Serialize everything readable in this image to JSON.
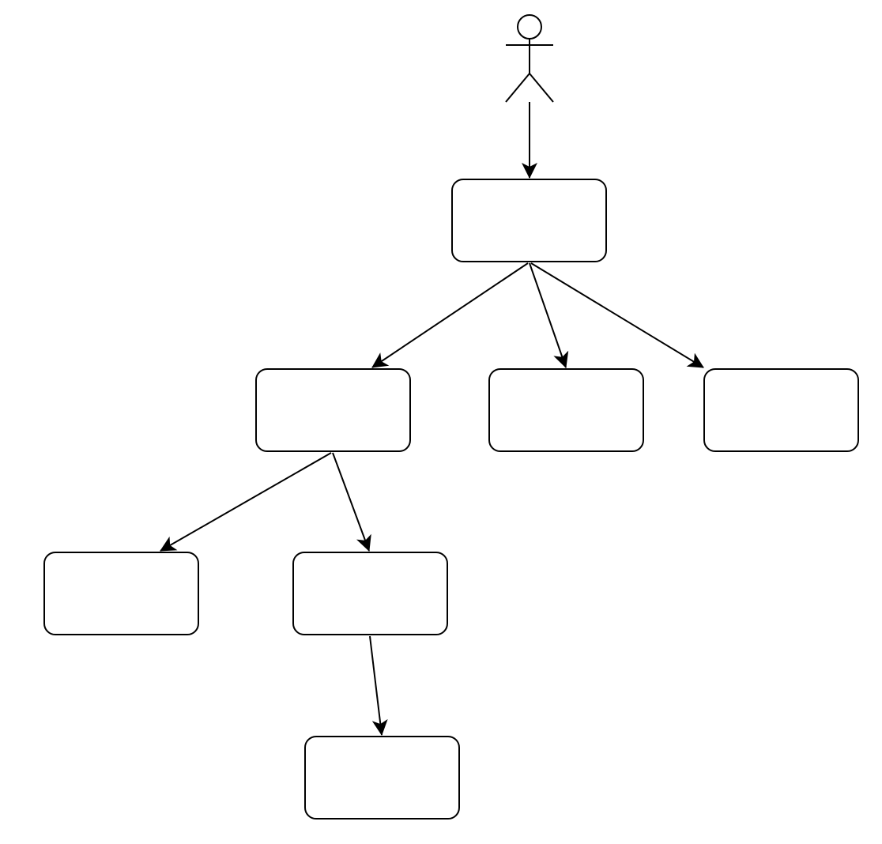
{
  "diagram": {
    "type": "tree",
    "colors": {
      "stroke": "#000000",
      "fill": "#ffffff",
      "background": "#ffffff"
    },
    "actor": {
      "id": "actor",
      "icon": "stick-figure-actor-icon",
      "label": ""
    },
    "nodes": [
      {
        "id": "root",
        "label": ""
      },
      {
        "id": "level1-left",
        "label": ""
      },
      {
        "id": "level1-middle",
        "label": ""
      },
      {
        "id": "level1-right",
        "label": ""
      },
      {
        "id": "level2-left",
        "label": ""
      },
      {
        "id": "level2-right",
        "label": ""
      },
      {
        "id": "level3",
        "label": ""
      }
    ],
    "edges": [
      {
        "from": "actor",
        "to": "root"
      },
      {
        "from": "root",
        "to": "level1-left"
      },
      {
        "from": "root",
        "to": "level1-middle"
      },
      {
        "from": "root",
        "to": "level1-right"
      },
      {
        "from": "level1-left",
        "to": "level2-left"
      },
      {
        "from": "level1-left",
        "to": "level2-right"
      },
      {
        "from": "level2-right",
        "to": "level3"
      }
    ]
  }
}
